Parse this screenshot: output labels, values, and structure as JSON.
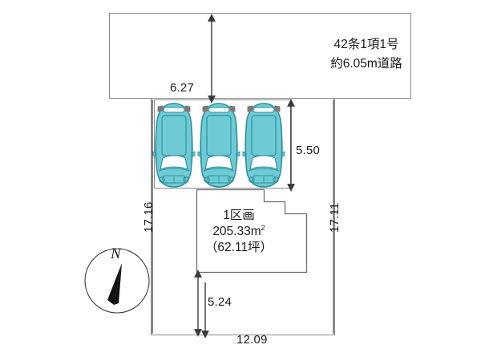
{
  "diagram": {
    "type": "land-plot-site-plan",
    "road": {
      "line1": "42条1項1号",
      "line2": "約6.05m道路"
    },
    "plot": {
      "label": "1区画",
      "area_sqm": "205.33",
      "area_unit": "m",
      "area_sup": "2",
      "area_tsubo": "（62.11坪）"
    },
    "dimensions": {
      "road_depth": "6.27",
      "parking_depth": "5.50",
      "left_side": "17.16",
      "right_side": "17.11",
      "front_width": "12.09",
      "lower_depth": "5.24"
    },
    "compass": {
      "label": "N",
      "name": "north-arrow"
    },
    "parking": {
      "stall_count": 3,
      "vehicle_color": "#6ecbd5",
      "vehicle_outline": "#2c8f9c"
    },
    "colors": {
      "line": "#8a8a8a",
      "dim_line": "#4a4a4a",
      "text": "#1a1a1a",
      "background": "#ffffff"
    }
  }
}
